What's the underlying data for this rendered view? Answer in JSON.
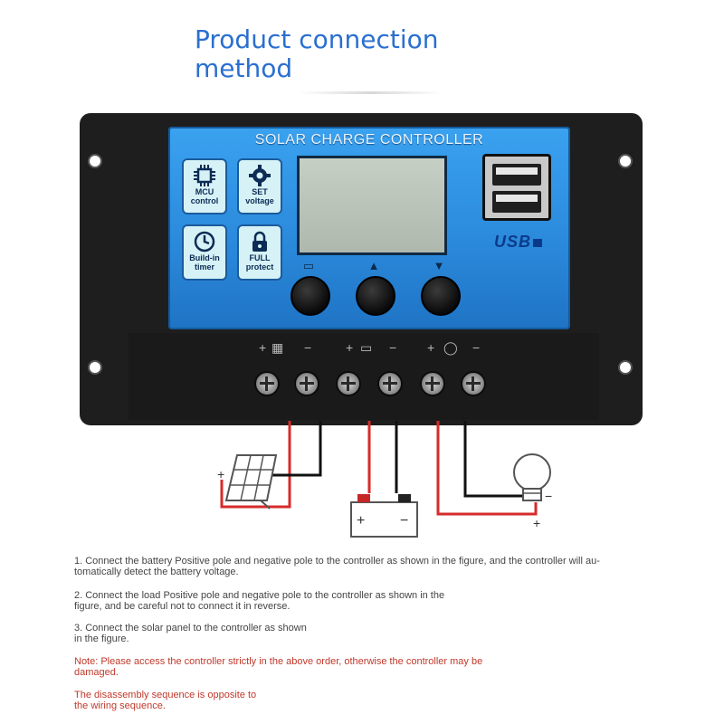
{
  "heading": {
    "line1": "Product connection",
    "line2": "method"
  },
  "controller": {
    "title": "SOLAR CHARGE CONTROLLER",
    "features": [
      {
        "icon": "chip-icon",
        "line1": "MCU",
        "line2": "control"
      },
      {
        "icon": "gear-icon",
        "line1": "SET",
        "line2": "voltage"
      },
      {
        "icon": "clock-icon",
        "line1": "Build-in",
        "line2": "timer"
      },
      {
        "icon": "lock-icon",
        "line1": "FULL",
        "line2": "protect"
      }
    ],
    "usb_label": "USB",
    "buttons": [
      "menu-button",
      "up-button",
      "down-button"
    ],
    "terminal_signs": {
      "plus": "+",
      "minus": "−"
    }
  },
  "diagram": {
    "solar_plus": "+",
    "battery_plus": "+",
    "battery_minus": "−",
    "load_minus": "−",
    "load_plus": "+",
    "wire_red": "#d62b2b",
    "wire_black": "#111111"
  },
  "notes": {
    "step1": "1. Connect the battery Positive pole and negative pole to the controller as shown in the figure, and the controller will au-",
    "step1b": "tomatically detect the battery voltage.",
    "step2": "2. Connect the load Positive pole and negative pole to the controller as shown in the",
    "step2b": "figure, and be careful not to connect it in reverse.",
    "step3": "3. Connect the solar panel to the controller as shown",
    "step3b": "in the figure.",
    "warning": "Note: Please access the controller strictly in the above order, otherwise the controller may be",
    "warningb": "damaged.",
    "disassembly": "The disassembly sequence is opposite to",
    "disassemblyb": "the wiring sequence."
  }
}
